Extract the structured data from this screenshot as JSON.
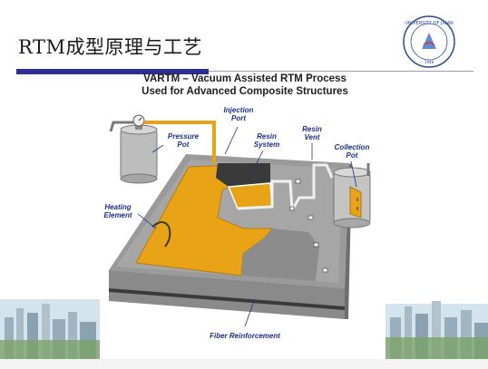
{
  "slide": {
    "title": "RTM成型原理与工艺",
    "logo_text": "UNIVERSITY OF JINAN",
    "logo_year": "1948"
  },
  "diagram": {
    "title_line1": "VARTM – Vacuum Assisted RTM Process",
    "title_line2": "Used for Advanced Composite Structures",
    "labels": {
      "injection_port": "Injection Port",
      "pressure_pot": "Pressure Pot",
      "resin_system": "Resin System",
      "resin_vent": "Resin Vent",
      "collection_pot": "Collection Pot",
      "heating_element": "Heating Element",
      "fiber_reinforcement": "Fiber Reinforcement"
    }
  },
  "colors": {
    "title_bar": "#2d2f8e",
    "label_text": "#1c2f86",
    "resin": "#e8a317",
    "table_top": "#9a9a9a"
  }
}
